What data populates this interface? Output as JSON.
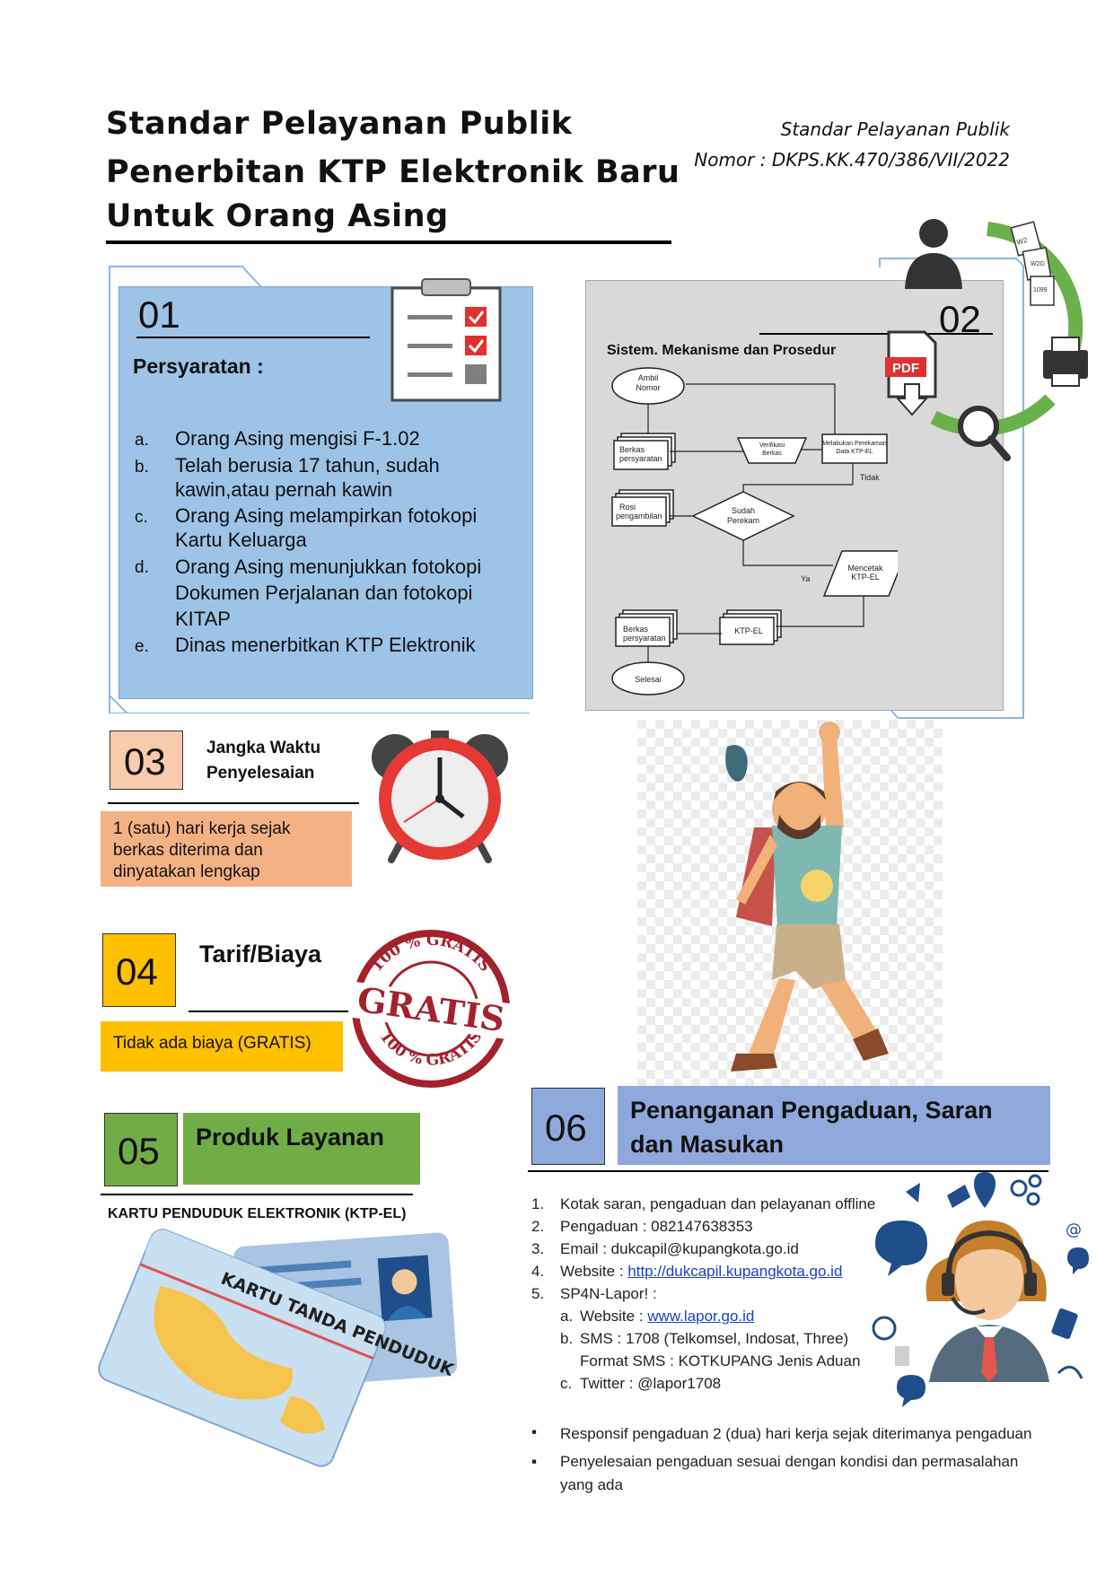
{
  "title": {
    "line1": "Standar Pelayanan Publik",
    "line2": "Penerbitan KTP  Elektronik  Baru",
    "line3": "Untuk Orang Asing"
  },
  "reference": {
    "line1": "Standar Pelayanan Publik",
    "line2": "Nomor : DKPS.KK.470/386/VII/2022"
  },
  "section01": {
    "number": "01",
    "heading": "Persyaratan :",
    "items": [
      {
        "label": "a.",
        "text": "Orang Asing mengisi F-1.02"
      },
      {
        "label": "b.",
        "text": "Telah berusia 17 tahun, sudah kawin,atau pernah kawin"
      },
      {
        "label": "c.",
        "text": "Orang Asing melampirkan fotokopi Kartu Keluarga"
      },
      {
        "label": "d.",
        "text": "Orang Asing menunjukkan fotokopi Dokumen Perjalanan dan fotokopi KITAP"
      },
      {
        "label": "e.",
        "text": "Dinas menerbitkan KTP Elektronik"
      }
    ]
  },
  "section02": {
    "number": "02",
    "heading": "Sistem. Mekanisme dan Prosedur",
    "pdf_label": "PDF",
    "doc_labels": [
      "W2",
      "W2G",
      "1099"
    ],
    "flow": {
      "start": "Ambil Nomor",
      "berkas1": "Berkas persyaratan",
      "verifikasi": "Verifikasi Berkas",
      "melakukan": "Melakukan Perekaman Data KTP-EL",
      "tidak": "Tidak",
      "rosi": "Rosi pengambilan",
      "sudah": "Sudah Perekam",
      "mencetak": "Mencetak KTP-EL",
      "ya": "Ya",
      "berkas2": "Berkas persyaratan",
      "ktpel": "KTP-EL",
      "selesai": "Selesai"
    }
  },
  "section03": {
    "number": "03",
    "heading_line1": "Jangka Waktu",
    "heading_line2": "Penyelesaian",
    "body": "1 (satu) hari kerja sejak berkas diterima dan dinyatakan lengkap"
  },
  "section04": {
    "number": "04",
    "heading": "Tarif/Biaya",
    "body": "Tidak ada biaya (GRATIS)",
    "stamp_main": "GRATIS",
    "stamp_ring_top": "100 % GRATIS",
    "stamp_ring_bottom": "100 % GRATIS"
  },
  "section05": {
    "number": "05",
    "heading": "Produk Layanan",
    "product": "KARTU PENDUDUK ELEKTRONIK (KTP-EL)",
    "card_text": "KARTU TANDA PENDUDUK"
  },
  "section06": {
    "number": "06",
    "heading_line1": "Penanganan Pengaduan, Saran",
    "heading_line2": "dan Masukan",
    "contacts": [
      {
        "n": "1.",
        "text": "Kotak saran, pengaduan dan pelayanan offline"
      },
      {
        "n": "2.",
        "text": "Pengaduan  : 082147638353"
      },
      {
        "n": "3.",
        "text": "Email : dukcapil@kupangkota.go.id"
      },
      {
        "n": "4.",
        "prefix": "Website : ",
        "link": "http://dukcapil.kupangkota.go.id"
      },
      {
        "n": "5.",
        "text": "SP4N-Lapor!  :"
      }
    ],
    "sub": [
      {
        "n": "a.",
        "prefix": "Website : ",
        "link": "www.lapor.go.id"
      },
      {
        "n": "b.",
        "text": "SMS : 1708 (Telkomsel, Indosat, Three)"
      },
      {
        "n": "",
        "text": "Format SMS : KOTKUPANG  Jenis Aduan"
      },
      {
        "n": "c.",
        "text": "Twitter : @lapor1708"
      }
    ],
    "bullets": [
      "Responsif pengaduan  2 (dua) hari kerja sejak diterimanya pengaduan",
      "Penyelesaian  pengaduan  sesuai dengan kondisi dan permasalahan  yang ada"
    ]
  },
  "colors": {
    "blue_panel": "#9dc3e6",
    "gray_panel": "#d9d9d9",
    "orange": "#f4b183",
    "yellow": "#ffc000",
    "green": "#70ad47",
    "purple_blue": "#8fa9dc",
    "stamp_red": "#a3222b"
  }
}
